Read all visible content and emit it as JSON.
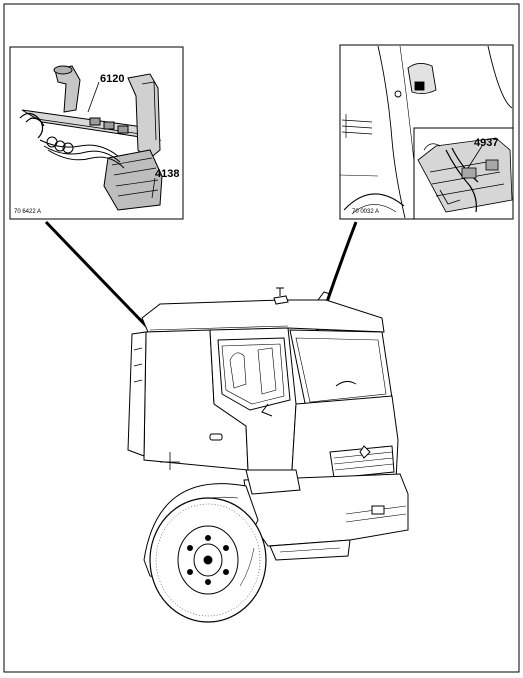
{
  "diagram": {
    "left_inset": {
      "callouts": [
        "6120",
        "4138"
      ],
      "reference": "70 6422 A"
    },
    "right_inset": {
      "callouts": [
        "4937"
      ],
      "reference": "70 0032 A"
    }
  }
}
